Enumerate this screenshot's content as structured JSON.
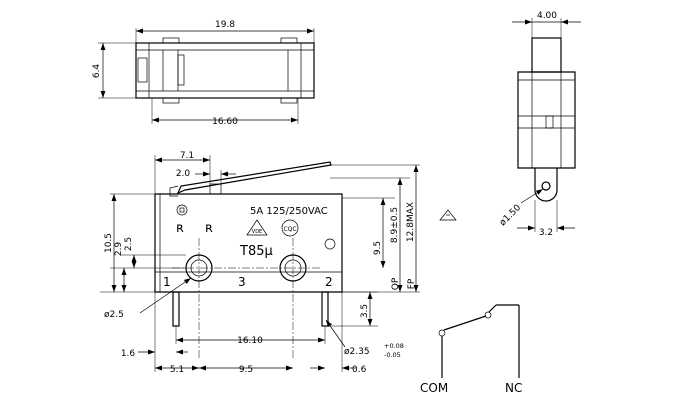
{
  "top_view": {
    "length": "19.8",
    "width": "6.4",
    "pitch": "16.60"
  },
  "side_view": {
    "thickness": "4.00",
    "hole_dia": "ø1.50",
    "tab_width": "3.2"
  },
  "front_view": {
    "actuator_pos": "7.1",
    "lever_pos": "2.0",
    "mounting_hole": "ø2.5",
    "height": "10.5",
    "dim_29": "2.9",
    "dim_25": "2.5",
    "dim_95_v": "9.5",
    "op": "8.9±0.5",
    "fp": "12.8MAX",
    "op_label": "OP",
    "fp_label": "FP",
    "terminal_len": "3.5",
    "hole_pitch": "16.10",
    "terminal_off": "1.6",
    "dim_51": "5.1",
    "dim_95": "9.5",
    "dim_06": "0.6",
    "terminal_hole": "ø2.35",
    "tol_plus": "+0.08",
    "tol_minus": "-0.05"
  },
  "body_marks": {
    "rating": "5A  125/250VAC",
    "model": "T85μ",
    "cqc": "CQC",
    "vde": "VDE",
    "pin_1": "1",
    "pin_2": "2",
    "pin_3": "3"
  },
  "schematic": {
    "com": "COM",
    "nc": "NC"
  }
}
